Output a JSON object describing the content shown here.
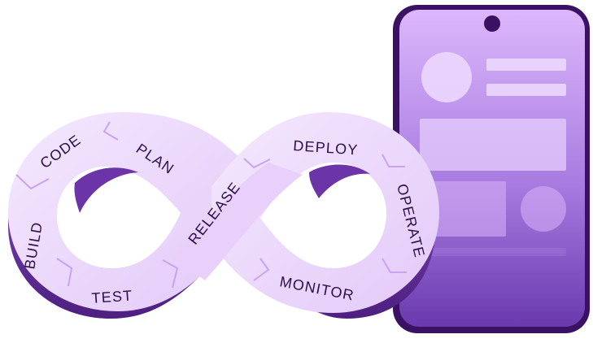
{
  "stages": {
    "code": "CODE",
    "plan": "PLAN",
    "release": "RELEASE",
    "deploy": "DEPLOY",
    "operate": "OPERATE",
    "monitor": "MONITOR",
    "test": "TEST",
    "build": "BUILD"
  },
  "colors": {
    "loop_face": "#e9d3fb",
    "loop_face_light": "#f3e7fd",
    "loop_side": "#7a43b6",
    "loop_side_dark": "#4a1f7a",
    "segment_line": "#c7a3ee",
    "phone_frame": "#3b1263",
    "phone_screen_top": "#dab2fb",
    "phone_screen_bottom": "#7040b3",
    "text": "#2c0f4a"
  },
  "icons": {
    "phone": "smartphone-icon",
    "loop": "infinity-loop-icon"
  }
}
